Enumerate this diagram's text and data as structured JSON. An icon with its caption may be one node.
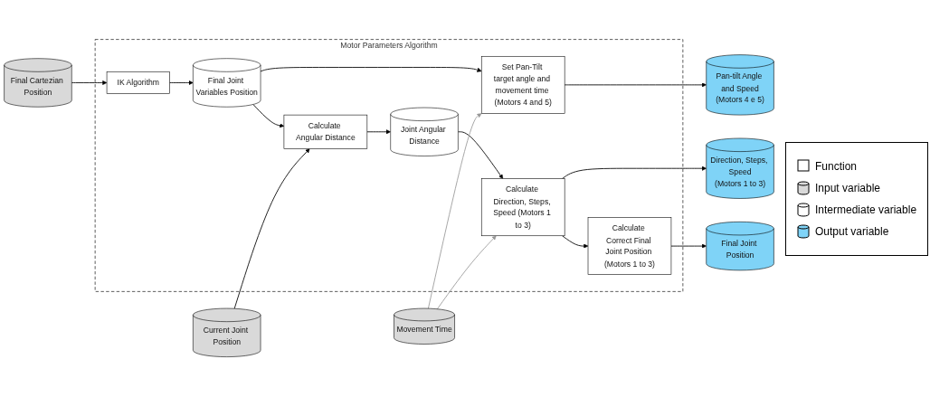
{
  "diagram": {
    "nodes": [
      {
        "text": [
          "Final Cartezian Position"
        ]
      },
      {
        "text": [
          "Motor Parameters Algorithm"
        ]
      },
      {
        "text": [
          "IK Algorithm"
        ],
        "in": 1
      },
      {
        "text": [
          "Final Joint Variables Position"
        ],
        "in": 1
      },
      {
        "text": [
          "Set Pan-Tilt target angle and movement time (Motors 4 and 5)"
        ],
        "in": 1
      },
      {
        "text": [
          "Pan-tilt Angle and Speed",
          "(Motors 4 e 5)"
        ]
      },
      {
        "text": [
          "Current Joint Position"
        ]
      },
      {
        "text": [
          "Calculate Angular Distance"
        ],
        "in": 1
      },
      {
        "text": [
          "Joint Angular Distance"
        ],
        "in": 1
      },
      {
        "text": [
          "Calculate Direction, Steps, Speed (Motors 1 to 3)"
        ],
        "in": 1
      },
      {
        "text": [
          "Direction, Steps, Speed",
          "(Motors 1 to 3)"
        ]
      },
      {
        "text": [
          "Movement Time"
        ]
      },
      {
        "text": [
          "Calculate Correct Final Joint Position (Motors 1 to 3)"
        ],
        "in": 1
      },
      {
        "text": [
          "Final Joint Position"
        ]
      }
    ],
    "edges": [
      {
        "from": 0,
        "to": 2,
        "arrow": "to"
      },
      {
        "from": 2,
        "to": 3,
        "arrow": "to"
      },
      {
        "from": 3,
        "to": 4,
        "arrow": "to"
      },
      {
        "from": 4,
        "to": 5,
        "arrow": "to"
      },
      {
        "from": 3,
        "to": 7,
        "arrow": "to"
      },
      {
        "from": 6,
        "to": 7,
        "arrow": "to"
      },
      {
        "from": 7,
        "to": 8,
        "arrow": "to"
      },
      {
        "from": 8,
        "to": 9,
        "arrow": "to"
      },
      {
        "from": 9,
        "to": 10,
        "arrow": "to"
      },
      {
        "from": 11,
        "to": 4,
        "arrow": "to",
        "color": "#999999"
      },
      {
        "from": 11,
        "to": 9,
        "arrow": "to",
        "color": "#999999"
      },
      {
        "from": 9,
        "to": 12,
        "arrow": "to"
      },
      {
        "from": 12,
        "to": 13,
        "arrow": "to"
      }
    ],
    "legend": [
      {
        "text": "Function"
      },
      {
        "text": "Input variable"
      },
      {
        "text": "Intermediate variable"
      },
      {
        "text": "Output variable"
      }
    ]
  }
}
